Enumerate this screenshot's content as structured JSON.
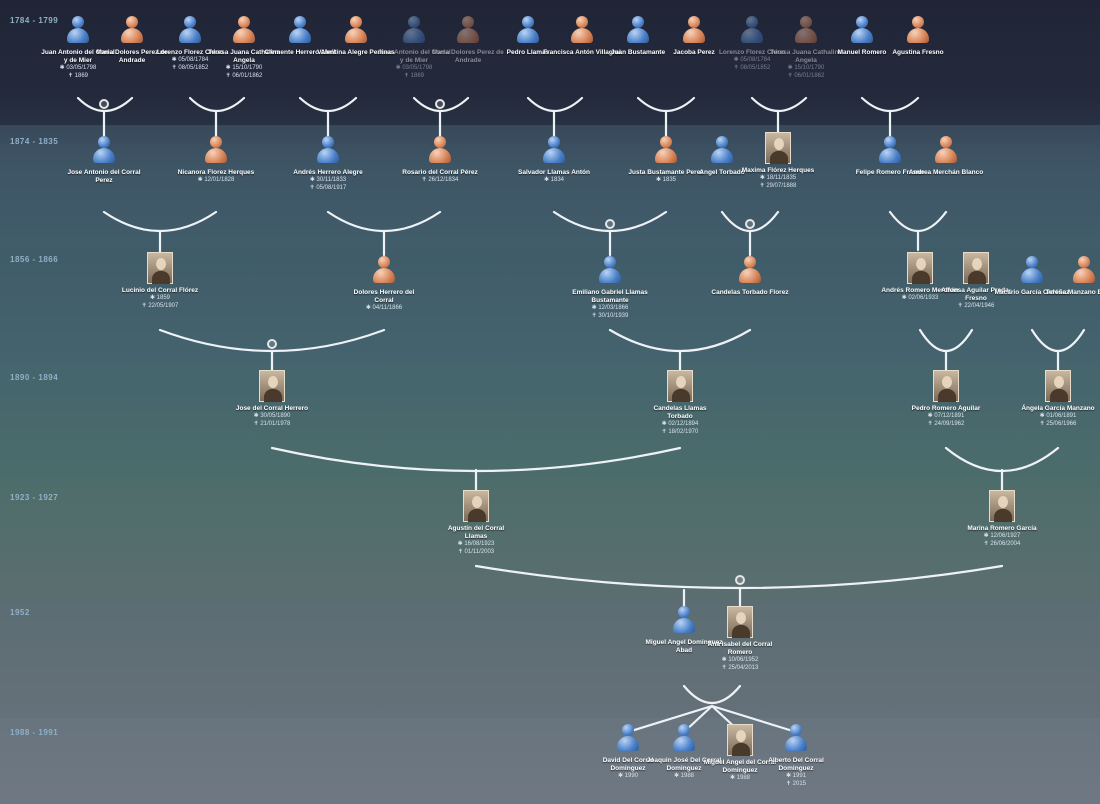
{
  "bands": [
    {
      "label": "1784 - 1799"
    },
    {
      "label": "1874 - 1835"
    },
    {
      "label": "1856 - 1866"
    },
    {
      "label": "1890 - 1894"
    },
    {
      "label": "1923 - 1927"
    },
    {
      "label": "1952"
    },
    {
      "label": "1988 - 1991"
    }
  ],
  "people": [
    {
      "id": "p1",
      "name": "Juan Antonio del Corral y de Mier",
      "dates": [
        "✱ 03/05/1798",
        "✝ 1869"
      ],
      "sex": "male"
    },
    {
      "id": "p2",
      "name": "Maria Dolores Perez de Andrade",
      "dates": [],
      "sex": "female"
    },
    {
      "id": "p3",
      "name": "Lorenzo Florez Chico",
      "dates": [
        "✱ 05/08/1784",
        "✝ 08/05/1852"
      ],
      "sex": "male"
    },
    {
      "id": "p4",
      "name": "Teresa Juana Cathalina Angela",
      "dates": [
        "✱ 15/10/1790",
        "✝ 06/01/1862"
      ],
      "sex": "female"
    },
    {
      "id": "p5",
      "name": "Clemente Herrero Abril",
      "dates": [],
      "sex": "male"
    },
    {
      "id": "p6",
      "name": "Valentina Alegre Perlinas",
      "dates": [],
      "sex": "female"
    },
    {
      "id": "p7",
      "name": "Juan Antonio del Corral y de Mier",
      "dates": [
        "✱ 03/05/1798",
        "✝ 1869"
      ],
      "sex": "male",
      "dim": true
    },
    {
      "id": "p8",
      "name": "Maria Dolores Perez de Andrade",
      "dates": [],
      "sex": "female",
      "dim": true
    },
    {
      "id": "p9",
      "name": "Pedro Llamas",
      "dates": [],
      "sex": "male"
    },
    {
      "id": "p10",
      "name": "Francisca Antón Villagrai",
      "dates": [],
      "sex": "female"
    },
    {
      "id": "p11",
      "name": "Juan Bustamante",
      "dates": [],
      "sex": "male"
    },
    {
      "id": "p12",
      "name": "Jacoba Perez",
      "dates": [],
      "sex": "female"
    },
    {
      "id": "p13",
      "name": "Lorenzo Florez Chico",
      "dates": [
        "✱ 05/08/1784",
        "✝ 08/05/1852"
      ],
      "sex": "male",
      "dim": true
    },
    {
      "id": "p14",
      "name": "Teresa Juana Cathalina Angela",
      "dates": [
        "✱ 15/10/1790",
        "✝ 06/01/1862"
      ],
      "sex": "female",
      "dim": true
    },
    {
      "id": "p15",
      "name": "Manuel Romero",
      "dates": [],
      "sex": "male"
    },
    {
      "id": "p16",
      "name": "Agustina Fresno",
      "dates": [],
      "sex": "female"
    },
    {
      "id": "q1",
      "name": "Jose Antonio del Corral Perez",
      "dates": [],
      "sex": "male"
    },
    {
      "id": "q2",
      "name": "Nicanora Florez Herques",
      "dates": [
        "✱ 12/01/1828"
      ],
      "sex": "female"
    },
    {
      "id": "q3",
      "name": "Andrés Herrero Alegre",
      "dates": [
        "✱ 30/11/1833",
        "✝ 05/08/1917"
      ],
      "sex": "male"
    },
    {
      "id": "q4",
      "name": "Rosario del Corral Pérez",
      "dates": [
        "✝ 26/12/1834"
      ],
      "sex": "female"
    },
    {
      "id": "q5",
      "name": "Salvador Llamas Antón",
      "dates": [
        "✱ 1834"
      ],
      "sex": "male"
    },
    {
      "id": "q6",
      "name": "Justa Bustamante Perez",
      "dates": [
        "✱ 1835"
      ],
      "sex": "female"
    },
    {
      "id": "q7",
      "name": "Angel Torbado",
      "dates": [],
      "sex": "male"
    },
    {
      "id": "q8",
      "name": "Maxima Flórez Herques",
      "dates": [
        "✱ 18/11/1835",
        "✝ 29/07/1888"
      ],
      "sex": "photo"
    },
    {
      "id": "q9",
      "name": "Felipe Romero Fresno",
      "dates": [],
      "sex": "male"
    },
    {
      "id": "q10",
      "name": "Andrea Merchán Blanco",
      "dates": [],
      "sex": "female"
    },
    {
      "id": "r1",
      "name": "Lucinio del Corral Flórez",
      "dates": [
        "✱ 1859",
        "✝ 22/05/1907"
      ],
      "sex": "photo"
    },
    {
      "id": "r2",
      "name": "Dolores Herrero del Corral",
      "dates": [
        "✱ 04/11/1866"
      ],
      "sex": "female"
    },
    {
      "id": "r3",
      "name": "Emiliano Gabriel Llamas Bustamante",
      "dates": [
        "✱ 12/03/1866",
        "✝ 30/10/1939"
      ],
      "sex": "male"
    },
    {
      "id": "r4",
      "name": "Candelas Torbado Florez",
      "dates": [],
      "sex": "female"
    },
    {
      "id": "r5",
      "name": "Andrés Romero Merchán",
      "dates": [
        "✱ 02/06/1933"
      ],
      "sex": "photo"
    },
    {
      "id": "r6",
      "name": "Alfonsa Aguilar Prada-Fresno",
      "dates": [
        "✝ 22/04/1946"
      ],
      "sex": "photo"
    },
    {
      "id": "r7",
      "name": "Macario García Ordóñez",
      "dates": [],
      "sex": "male"
    },
    {
      "id": "r8",
      "name": "Teresa Manzano Estebas",
      "dates": [],
      "sex": "female"
    },
    {
      "id": "s1",
      "name": "Jose del Corral Herrero",
      "dates": [
        "✱ 30/05/1890",
        "✝ 21/01/1978"
      ],
      "sex": "photo"
    },
    {
      "id": "s2",
      "name": "Candelas Llamas Torbado",
      "dates": [
        "✱ 02/12/1894",
        "✝ 18/02/1970"
      ],
      "sex": "photo"
    },
    {
      "id": "s3",
      "name": "Pedro Romero Aguilar",
      "dates": [
        "✱ 07/12/1891",
        "✝ 24/09/1962"
      ],
      "sex": "photo"
    },
    {
      "id": "s4",
      "name": "Ángela García Manzano",
      "dates": [
        "✱ 01/06/1891",
        "✝ 25/06/1966"
      ],
      "sex": "photo"
    },
    {
      "id": "t1",
      "name": "Agustín del Corral Llamas",
      "dates": [
        "✱ 16/08/1923",
        "✝ 01/11/2003"
      ],
      "sex": "photo"
    },
    {
      "id": "t2",
      "name": "Marina Romero García",
      "dates": [
        "✱ 12/06/1927",
        "✝ 26/06/2004"
      ],
      "sex": "photo"
    },
    {
      "id": "u1",
      "name": "Miguel Angel Dominguez Abad",
      "dates": [],
      "sex": "male"
    },
    {
      "id": "u2",
      "name": "Ana Isabel del Corral Romero",
      "dates": [
        "✱ 10/06/1952",
        "✝ 25/04/2013"
      ],
      "sex": "photo"
    },
    {
      "id": "v1",
      "name": "David Del Corral Dominguez",
      "dates": [
        "✱ 1990"
      ],
      "sex": "male"
    },
    {
      "id": "v2",
      "name": "Joaquin José Del Corral Dominguez",
      "dates": [
        "✱ 1988"
      ],
      "sex": "male"
    },
    {
      "id": "v3",
      "name": "Miguel Angel del Corral Dominguez",
      "dates": [
        "✱ 1988"
      ],
      "sex": "photo"
    },
    {
      "id": "v4",
      "name": "Alberto Del Corral Dominguez",
      "dates": [
        "✱ 1991",
        "✝ 2015"
      ],
      "sex": "male"
    }
  ]
}
